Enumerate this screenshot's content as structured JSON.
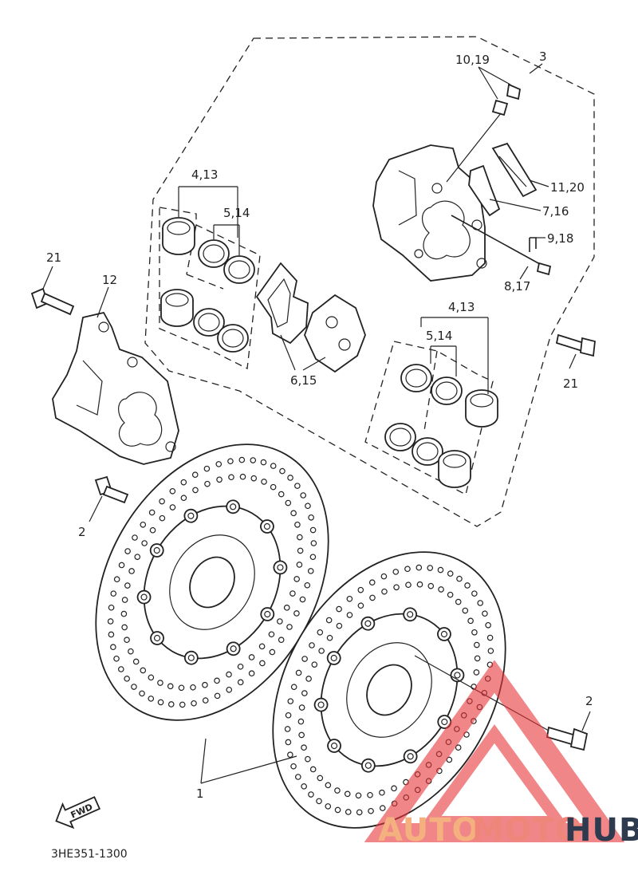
{
  "diagram_code": "3HE351-1300",
  "fwd_label": "FWD",
  "callouts": {
    "c3": "3",
    "c10_19": "10,19",
    "c11_20": "11,20",
    "c7_16": "7,16",
    "c9_18": "9,18",
    "c8_17": "8,17",
    "c4_13_left": "4,13",
    "c5_14_left": "5,14",
    "c6_15": "6,15",
    "c21_left": "21",
    "c12": "12",
    "c4_13_right": "4,13",
    "c5_14_right": "5,14",
    "c21_right": "21",
    "c2_left": "2",
    "c2_right": "2",
    "c1": "1"
  },
  "watermark": {
    "auto": "AUTO",
    "moto": "MOTO",
    "hub": "HUB",
    "triangle_color": "#e8363a"
  }
}
